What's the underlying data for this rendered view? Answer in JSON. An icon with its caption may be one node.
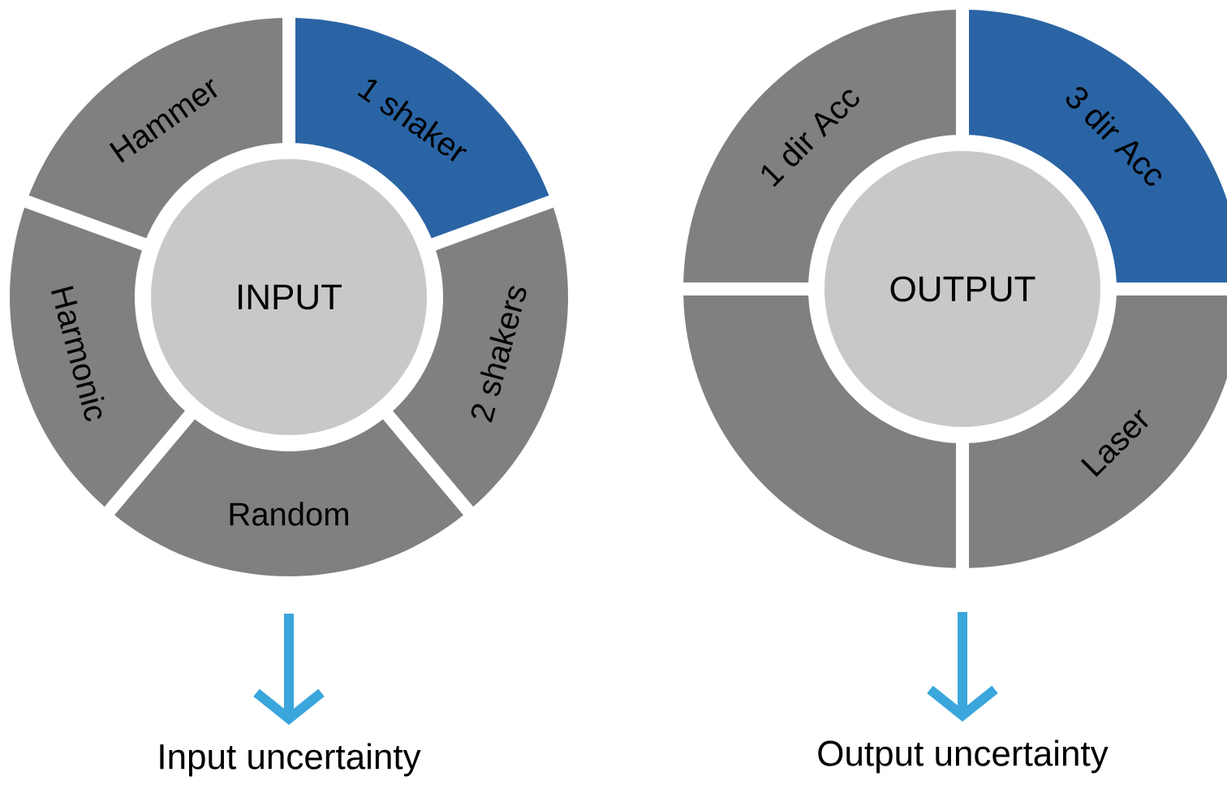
{
  "diagram": {
    "nodes": [
      {
        "text": [
          "INPUT"
        ]
      },
      {
        "text": [
          "Hammer"
        ]
      },
      {
        "text": [
          "1 shaker"
        ]
      },
      {
        "text": [
          "Harmonic"
        ]
      },
      {
        "text": [
          "2 shakers"
        ]
      },
      {
        "text": [
          "Random"
        ]
      },
      {
        "text": [
          "Input uncertainty"
        ]
      },
      {
        "text": [
          "OUTPUT"
        ]
      },
      {
        "text": [
          "1 dir Acc"
        ]
      },
      {
        "text": [
          "3 dir Acc"
        ]
      },
      {
        "text": [],
        "shape": "sector"
      },
      {
        "text": [
          "Laser"
        ]
      },
      {
        "text": [
          "Output uncertainty"
        ]
      }
    ],
    "edges": [
      {
        "from": null,
        "to": 6,
        "arrow": "to"
      },
      {
        "from": null,
        "to": 12,
        "arrow": "to"
      }
    ]
  }
}
